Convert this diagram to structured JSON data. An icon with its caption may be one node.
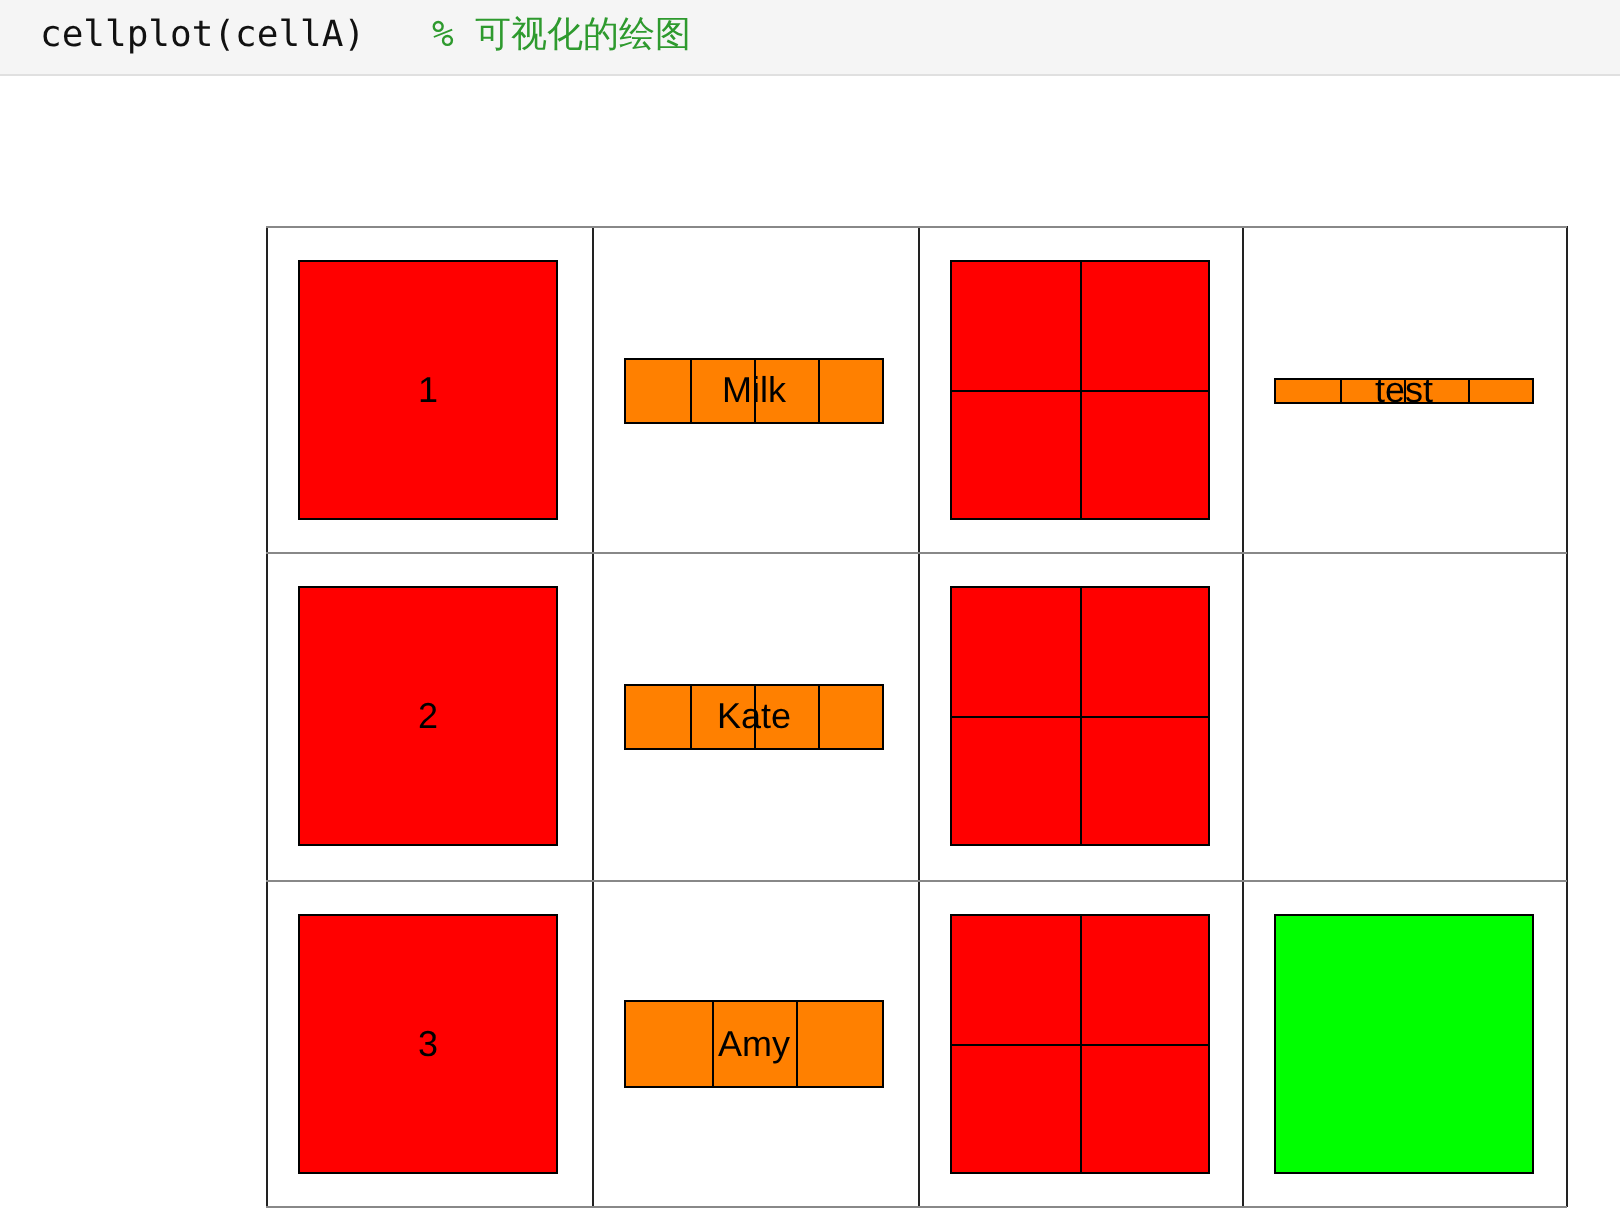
{
  "diagram": {
    "nodes": [
      {
        "text": [
          "1"
        ]
      },
      {
        "text": [
          "Milk"
        ]
      },
      {
        "text": [],
        "shape": "box"
      },
      {
        "text": [
          "test"
        ]
      },
      {
        "text": [
          "2"
        ]
      },
      {
        "text": [
          "Kate"
        ]
      },
      {
        "text": [],
        "shape": "box"
      },
      {
        "text": [
          "3"
        ]
      },
      {
        "text": [
          "Amy"
        ]
      },
      {
        "text": [],
        "shape": "box"
      },
      {
        "text": [],
        "shape": "box"
      }
    ],
    "edges": [],
    "labels": [
      "cellplot(cellA)",
      "% 可视化的绘图"
    ]
  }
}
